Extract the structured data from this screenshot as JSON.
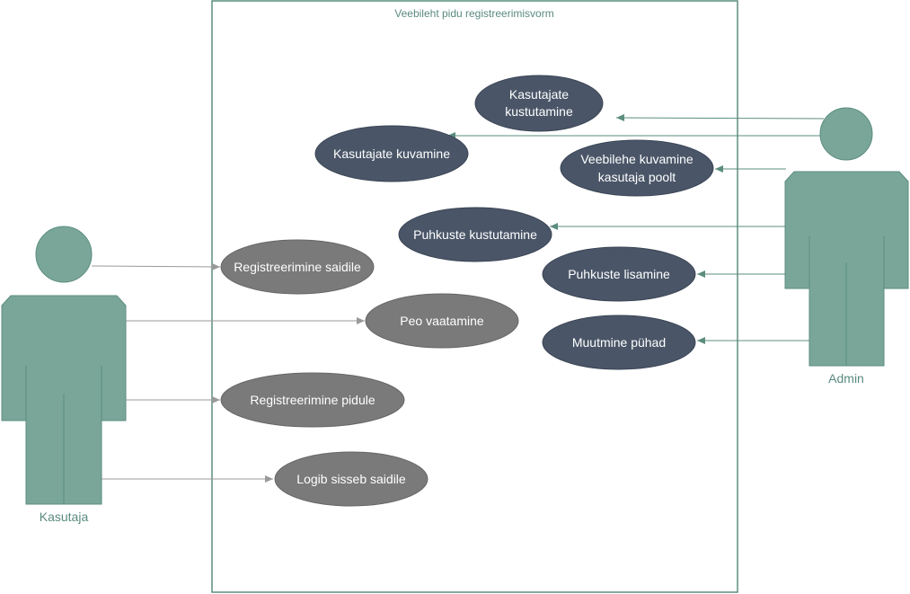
{
  "diagram": {
    "system_title": "Veebileht pidu registreerimisvorm",
    "colors": {
      "actor_fill": "#7aa69a",
      "actor_stroke": "#5b8d7e",
      "admin_usecase_fill": "#4a5668",
      "user_usecase_fill": "#7a7a7a",
      "user_arrow": "#999999",
      "admin_arrow": "#5b8d7e",
      "boundary_stroke": "#5b8d7e"
    },
    "actors": {
      "kasutaja": {
        "label": "Kasutaja"
      },
      "admin": {
        "label": "Admin"
      }
    },
    "use_cases": {
      "kasutajate_kustutamine": {
        "line1": "Kasutajate",
        "line2": "kustutamine"
      },
      "kasutajate_kuvamine": {
        "label": "Kasutajate kuvamine"
      },
      "veebilehe_kuvamine": {
        "line1": "Veebilehe kuvamine",
        "line2": "kasutaja poolt"
      },
      "puhkuste_kustutamine": {
        "label": "Puhkuste kustutamine"
      },
      "registreerimine_saidile": {
        "label": "Registreerimine saidile"
      },
      "puhkuste_lisamine": {
        "label": "Puhkuste lisamine"
      },
      "peo_vaatamine": {
        "label": "Peo vaatamine"
      },
      "muutmine_puhad": {
        "label": "Muutmine pühad"
      },
      "registreerimine_pidule": {
        "label": "Registreerimine pidule"
      },
      "logib_sisse": {
        "label": "Logib sisseb saidile"
      }
    }
  }
}
